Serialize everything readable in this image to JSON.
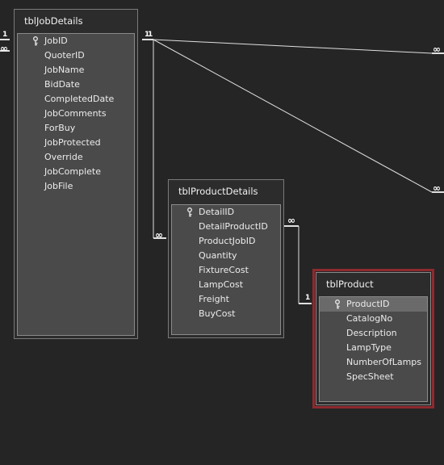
{
  "tables": [
    {
      "id": "job",
      "title": "tblJobDetails",
      "fields": [
        {
          "label": "JobID",
          "key": true
        },
        {
          "label": "QuoterID"
        },
        {
          "label": "JobName"
        },
        {
          "label": "BidDate"
        },
        {
          "label": "CompletedDate"
        },
        {
          "label": "JobComments"
        },
        {
          "label": "ForBuy"
        },
        {
          "label": "JobProtected"
        },
        {
          "label": "Override"
        },
        {
          "label": "JobComplete"
        },
        {
          "label": "JobFile"
        }
      ]
    },
    {
      "id": "productdetails",
      "title": "tblProductDetails",
      "fields": [
        {
          "label": "DetailID",
          "key": true
        },
        {
          "label": "DetailProductID"
        },
        {
          "label": "ProductJobID"
        },
        {
          "label": "Quantity"
        },
        {
          "label": "FixtureCost"
        },
        {
          "label": "LampCost"
        },
        {
          "label": "Freight"
        },
        {
          "label": "BuyCost"
        }
      ]
    },
    {
      "id": "product",
      "title": "tblProduct",
      "selected": true,
      "fields": [
        {
          "label": "ProductID",
          "key": true,
          "selected": true
        },
        {
          "label": "CatalogNo"
        },
        {
          "label": "Description"
        },
        {
          "label": "LampType"
        },
        {
          "label": "NumberOfLamps"
        },
        {
          "label": "SpecSheet"
        }
      ]
    }
  ],
  "relationships": {
    "one_label": "1",
    "many_label": "∞"
  },
  "colors": {
    "background": "#252525",
    "selection_outline": "#8e2a2f",
    "field_panel": "#4a4a4a",
    "line": "#e0e0e0"
  }
}
